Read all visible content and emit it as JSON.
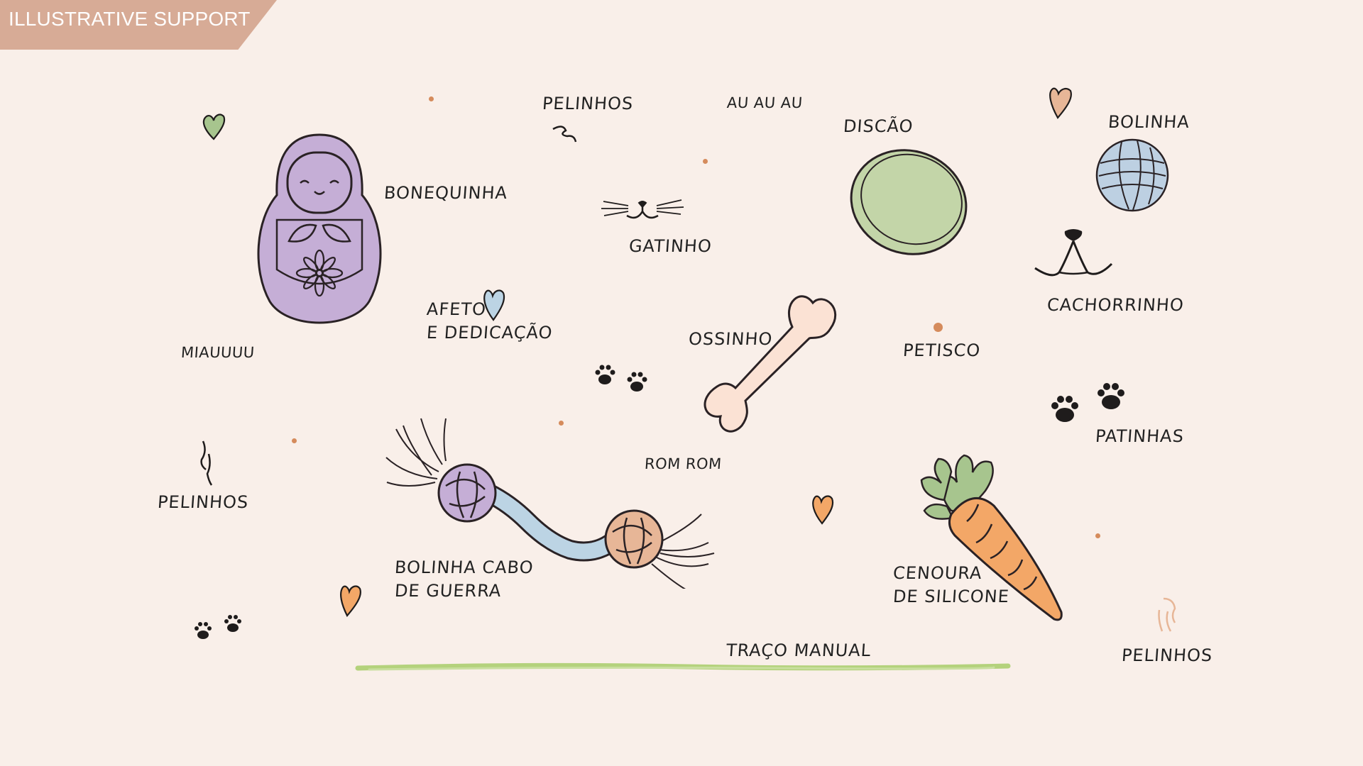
{
  "header": {
    "tab_label": "ILLUSTRATIVE SUPPORT"
  },
  "labels": {
    "bonequinha": "BONEQUINHA",
    "pelinhos_top": "PELINHOS",
    "au_au": "AU AU AU",
    "discao": "DISCÃO",
    "bolinha": "BOLINHA",
    "gatinho": "GATINHO",
    "cachorrinho": "CACHORRINHO",
    "afeto_line1": "AFETO",
    "afeto_line2": "E DEDICAÇÃO",
    "miauuuu": "MIAUUUU",
    "ossinho": "OSSINHO",
    "petisco": "PETISCO",
    "patinhas": "PATINHAS",
    "pelinhos_left": "PELINHOS",
    "rom_rom": "ROM ROM",
    "bolinha_cabo_line1": "BOLINHA CABO",
    "bolinha_cabo_line2": "DE GUERRA",
    "cenoura_line1": "CENOURA",
    "cenoura_line2": "DE SILICONE",
    "traco_manual": "TRAÇO MANUAL",
    "pelinhos_right": "PELINHOS"
  },
  "icons": [
    "matryoshka-doll-icon",
    "cat-face-icon",
    "disc-toy-icon",
    "yarn-ball-icon",
    "dog-nose-icon",
    "bone-icon",
    "carrot-icon",
    "rope-toy-icon",
    "paw-prints-icon",
    "heart-icon",
    "hair-strand-icon",
    "hand-drawn-stroke"
  ],
  "colors": {
    "background": "#f9efe9",
    "tab": "#d7ab96",
    "doll": "#c5aed6",
    "disc": "#c3d5a8",
    "ball": "#bdd0e2",
    "bone": "#fbe2d4",
    "carrot": "#f3a767",
    "leaf": "#a7c58e",
    "rope": "#bcd4e4",
    "knot_purple": "#c5aed6",
    "knot_peach": "#e7b697",
    "stroke_green": "#b4d27c",
    "dot": "#d58b5c"
  }
}
